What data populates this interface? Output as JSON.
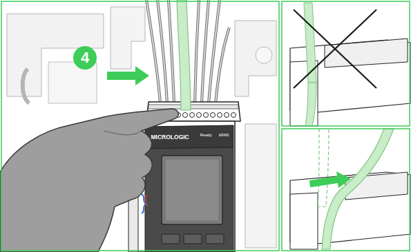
{
  "diagram": {
    "labels": [
      "4",
      "MICROLOGIC",
      "Ready",
      "ERMS"
    ]
  }
}
